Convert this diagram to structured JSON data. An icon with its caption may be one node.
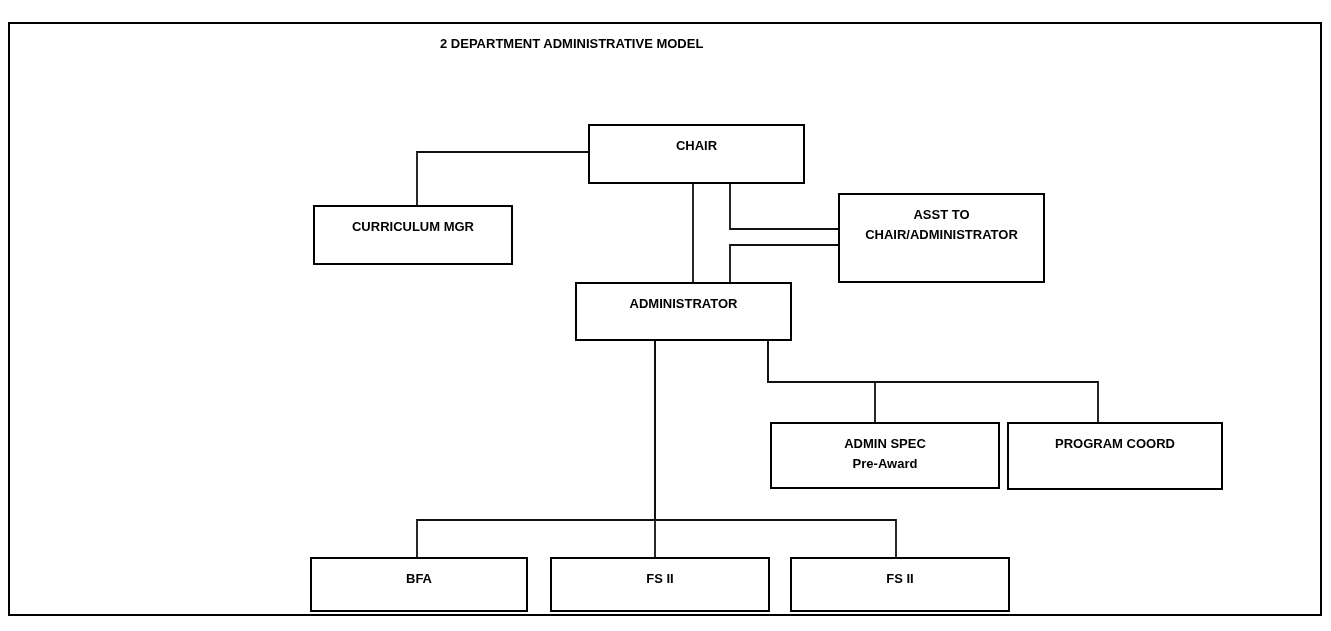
{
  "diagram": {
    "title": "2 DEPARTMENT ADMINISTRATIVE MODEL",
    "nodes": [
      {
        "text": [
          "CHAIR"
        ]
      },
      {
        "text": [
          "CURRICULUM MGR"
        ]
      },
      {
        "text": [
          "ASST TO CHAIR/ADMINISTRATOR"
        ]
      },
      {
        "text": [
          "ADMINISTRATOR"
        ]
      },
      {
        "text": [
          "ADMIN SPEC",
          "Pre-Award"
        ]
      },
      {
        "text": [
          "PROGRAM COORD"
        ]
      },
      {
        "text": [
          "BFA"
        ]
      },
      {
        "text": [
          "FS II"
        ]
      },
      {
        "text": [
          "FS II"
        ]
      }
    ],
    "edges": [
      {
        "from": 0,
        "to": 1,
        "arrow": "none"
      },
      {
        "from": 0,
        "to": 3,
        "arrow": "none"
      },
      {
        "from": 0,
        "to": 2,
        "arrow": "none"
      },
      {
        "from": 2,
        "to": 3,
        "arrow": "none"
      },
      {
        "from": 3,
        "to": 4,
        "arrow": "none"
      },
      {
        "from": 3,
        "to": 5,
        "arrow": "none"
      },
      {
        "from": 3,
        "to": 6,
        "arrow": "none"
      },
      {
        "from": 3,
        "to": 7,
        "arrow": "none"
      },
      {
        "from": 3,
        "to": 8,
        "arrow": "none"
      }
    ]
  }
}
